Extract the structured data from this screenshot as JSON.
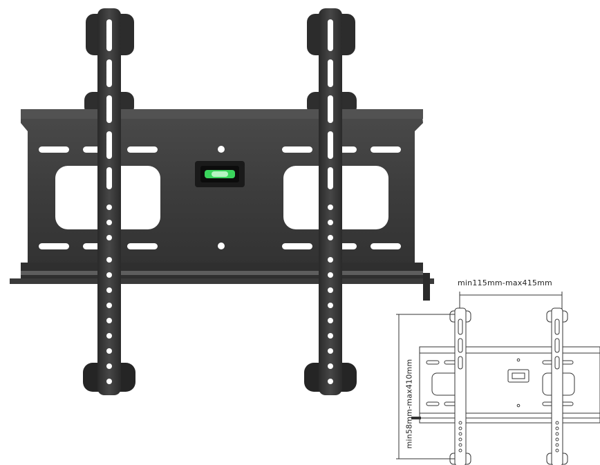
{
  "product": {
    "photo_name": "tv-wall-mount-bracket",
    "level_indicator": "bubble-level"
  },
  "diagram": {
    "horizontal_dimension": "min115mm-max415mm",
    "vertical_dimension": "min58mm-max410mm"
  },
  "colors": {
    "metal": "#3a3a3a",
    "metal_dark": "#1e1e1e",
    "highlight": "#5a5a5a",
    "level_green": "#39d05a",
    "line_art": "#333333"
  }
}
